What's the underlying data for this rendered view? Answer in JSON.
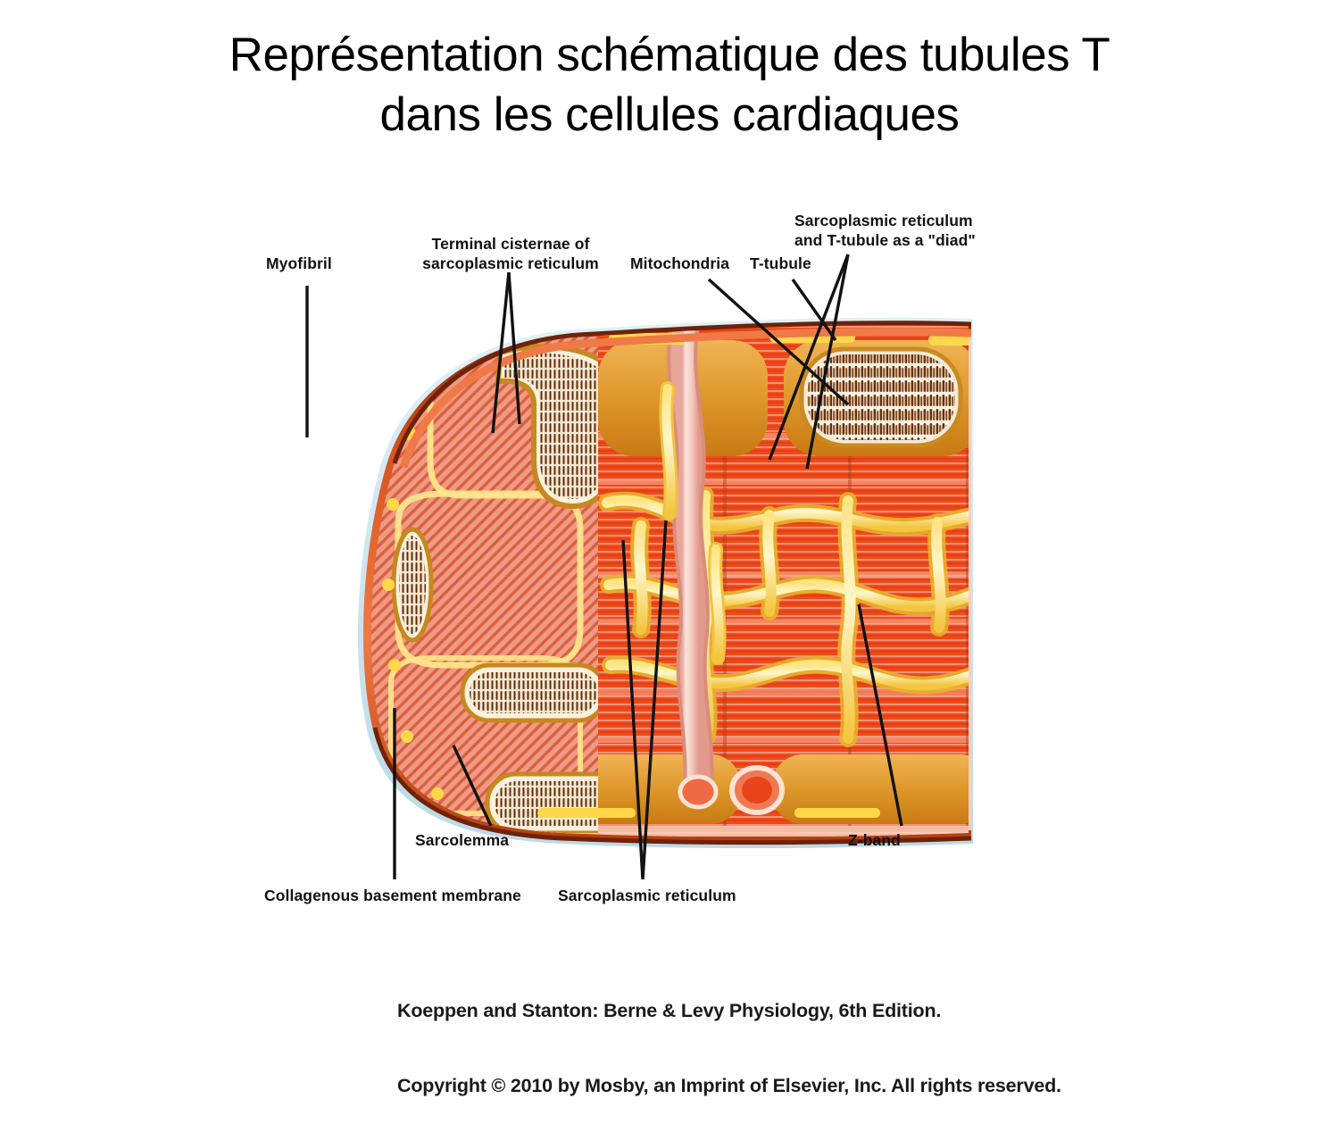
{
  "slide": {
    "title_line1": "Représentation schématique des tubules T",
    "title_line2": "dans les cellules cardiaques"
  },
  "figure": {
    "labels": {
      "myofibril": "Myofibril",
      "terminal_cisternae_l1": "Terminal cisternae of",
      "terminal_cisternae_l2": "sarcoplasmic reticulum",
      "mitochondria": "Mitochondria",
      "t_tubule": "T-tubule",
      "diad_l1": "Sarcoplasmic reticulum",
      "diad_l2": "and T-tubule as a \"diad\"",
      "sarcolemma": "Sarcolemma",
      "collagenous_basement_membrane": "Collagenous basement membrane",
      "sarcoplasmic_reticulum": "Sarcoplasmic reticulum",
      "z_band": "Z-band"
    },
    "colors": {
      "sarcolemma_outer": "#8a2a08",
      "cytoplasm_red": "#e8401a",
      "striation_light": "#f79a7a",
      "myofibril_cut_face": "#e8846a",
      "mitochondria_body": "#e29a34",
      "mitochondria_cristae": "#6b3410",
      "sr_yellow": "#ffe07a",
      "sr_yellow_core": "#fff3bd",
      "t_tubule_pink": "#f7c9c2",
      "basement_membrane_blue": "#cfe4ef",
      "leader_line": "#111111",
      "background": "#ffffff"
    }
  },
  "citation": {
    "line1": "Koeppen and Stanton: Berne & Levy Physiology, 6th Edition.",
    "line2": "Copyright © 2010 by Mosby, an Imprint of Elsevier, Inc. All rights reserved."
  }
}
